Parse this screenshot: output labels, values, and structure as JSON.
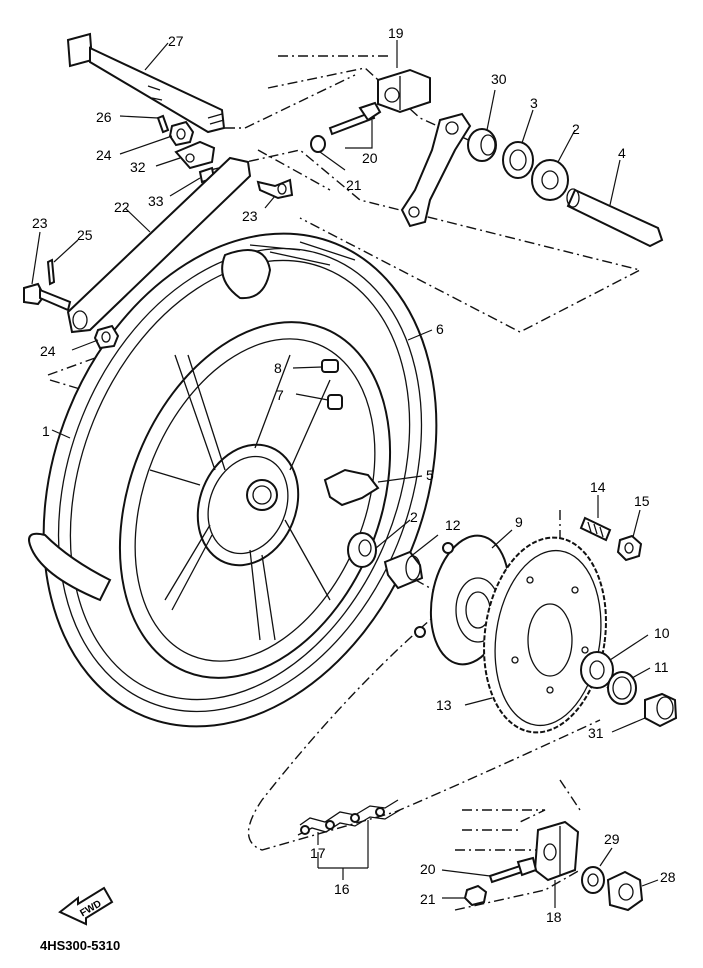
{
  "diagram": {
    "catalog_code": "4HS300-5310",
    "direction_badge": "FWD",
    "callouts": [
      {
        "key": "c1",
        "label": "1"
      },
      {
        "key": "c2a",
        "label": "2"
      },
      {
        "key": "c2b",
        "label": "2"
      },
      {
        "key": "c3",
        "label": "3"
      },
      {
        "key": "c4",
        "label": "4"
      },
      {
        "key": "c5",
        "label": "5"
      },
      {
        "key": "c6",
        "label": "6"
      },
      {
        "key": "c7",
        "label": "7"
      },
      {
        "key": "c8",
        "label": "8"
      },
      {
        "key": "c9",
        "label": "9"
      },
      {
        "key": "c10",
        "label": "10"
      },
      {
        "key": "c11",
        "label": "11"
      },
      {
        "key": "c12",
        "label": "12"
      },
      {
        "key": "c13",
        "label": "13"
      },
      {
        "key": "c14",
        "label": "14"
      },
      {
        "key": "c15",
        "label": "15"
      },
      {
        "key": "c16",
        "label": "16"
      },
      {
        "key": "c17",
        "label": "17"
      },
      {
        "key": "c18",
        "label": "18"
      },
      {
        "key": "c19",
        "label": "19"
      },
      {
        "key": "c20a",
        "label": "20"
      },
      {
        "key": "c20b",
        "label": "20"
      },
      {
        "key": "c21a",
        "label": "21"
      },
      {
        "key": "c21b",
        "label": "21"
      },
      {
        "key": "c22",
        "label": "22"
      },
      {
        "key": "c23a",
        "label": "23"
      },
      {
        "key": "c23b",
        "label": "23"
      },
      {
        "key": "c24a",
        "label": "24"
      },
      {
        "key": "c24b",
        "label": "24"
      },
      {
        "key": "c25",
        "label": "25"
      },
      {
        "key": "c26",
        "label": "26"
      },
      {
        "key": "c27",
        "label": "27"
      },
      {
        "key": "c28",
        "label": "28"
      },
      {
        "key": "c29",
        "label": "29"
      },
      {
        "key": "c30",
        "label": "30"
      },
      {
        "key": "c31",
        "label": "31"
      },
      {
        "key": "c32",
        "label": "32"
      },
      {
        "key": "c33",
        "label": "33"
      }
    ]
  }
}
